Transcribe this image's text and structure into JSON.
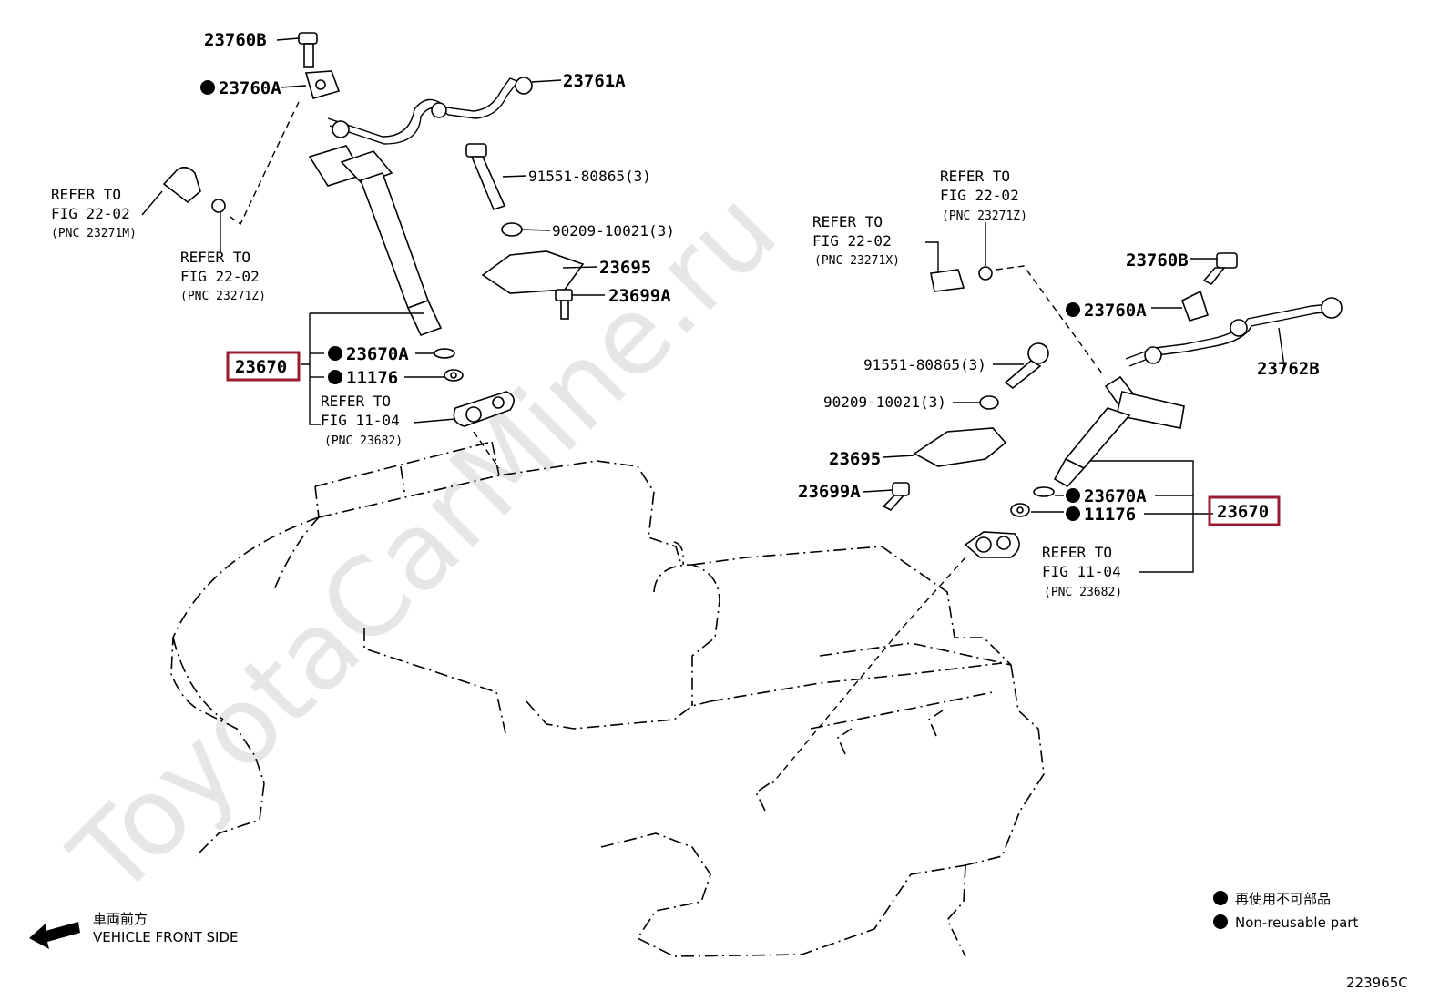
{
  "watermark": "ToyotaCarMine.ru",
  "left_group": {
    "p23760B": "23760B",
    "p23760A": "23760A",
    "p23761A": "23761A",
    "p91551": "91551-80865(3)",
    "p90209": "90209-10021(3)",
    "p23695": "23695",
    "p23699A": "23699A",
    "p23670": "23670",
    "p23670A": "23670A",
    "p11176": "11176",
    "ref_m": {
      "line1": "REFER TO",
      "line2": "FIG 22-02",
      "line3": "(PNC 23271M)"
    },
    "ref_z": {
      "line1": "REFER TO",
      "line2": "FIG 22-02",
      "line3": "(PNC 23271Z)"
    },
    "ref_seal": {
      "line1": "REFER TO",
      "line2": "FIG 11-04",
      "line3": "(PNC 23682)"
    }
  },
  "right_group": {
    "p23760B": "23760B",
    "p23760A": "23760A",
    "p23762B": "23762B",
    "p91551": "91551-80865(3)",
    "p90209": "90209-10021(3)",
    "p23695": "23695",
    "p23699A": "23699A",
    "p23670": "23670",
    "p23670A": "23670A",
    "p11176": "11176",
    "ref_z": {
      "line1": "REFER TO",
      "line2": "FIG 22-02",
      "line3": "(PNC 23271Z)"
    },
    "ref_x": {
      "line1": "REFER TO",
      "line2": "FIG 22-02",
      "line3": "(PNC 23271X)"
    },
    "ref_seal": {
      "line1": "REFER TO",
      "line2": "FIG 11-04",
      "line3": "(PNC 23682)"
    }
  },
  "legend": {
    "jp": "再使用不可部品",
    "en": "Non-reusable part"
  },
  "front": {
    "jp": "車両前方",
    "en": "VEHICLE FRONT SIDE"
  },
  "figure_id": "223965C",
  "colors": {
    "highlight": "#9b1b30",
    "line": "#000000",
    "watermark": "#e6e6e6"
  }
}
